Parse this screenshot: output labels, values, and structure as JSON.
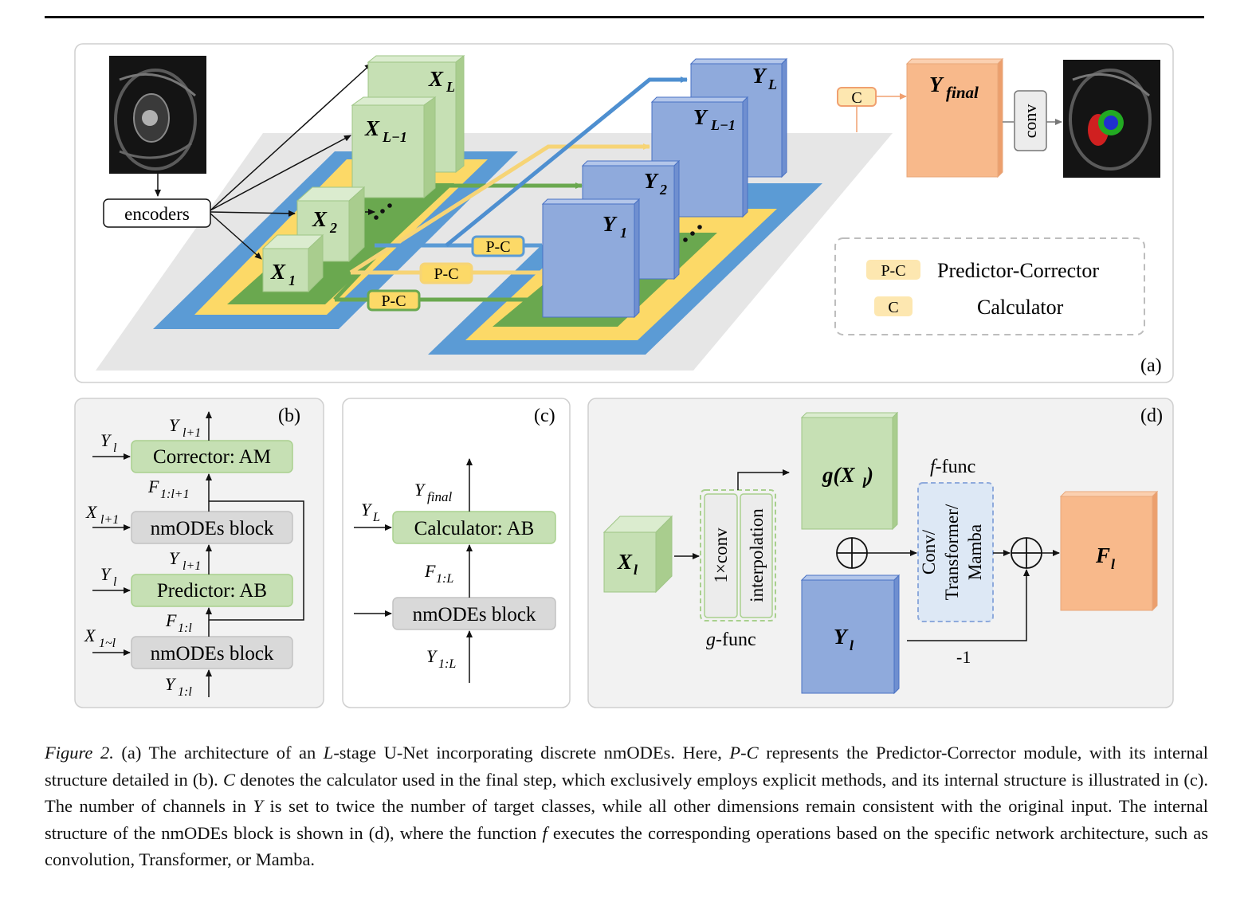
{
  "panels": {
    "a": {
      "tag": "(a)",
      "encoders": "encoders",
      "enc_levels": {
        "L": "X",
        "L_sub": "L",
        "Lm1": "X",
        "Lm1_sub": "L−1",
        "two": "X",
        "two_sub": "2",
        "one": "X",
        "one_sub": "1"
      },
      "dec_levels": {
        "L": "Y",
        "L_sub": "L",
        "Lm1": "Y",
        "Lm1_sub": "L−1",
        "two": "Y",
        "two_sub": "2",
        "one": "Y",
        "one_sub": "1"
      },
      "pc_labels": [
        "P-C",
        "P-C",
        "P-C"
      ],
      "calc_label": "C",
      "final": "Y",
      "final_sub": "final",
      "conv": "conv",
      "legend": {
        "pc_key": "P-C",
        "pc_text": "Predictor-Corrector",
        "c_key": "C",
        "c_text": "Calculator"
      }
    },
    "b": {
      "tag": "(b)",
      "corrector": "Corrector: AM",
      "predictor": "Predictor: AB",
      "nmodes_top": "nmODEs block",
      "nmodes_bottom": "nmODEs block",
      "labels": {
        "y_out": "Y",
        "y_out_sub": "l+1",
        "y_in_c": "Y",
        "y_in_c_sub": "l",
        "f_c": "F",
        "f_c_sub": "1:l+1",
        "x_top": "X",
        "x_top_sub": "l+1",
        "y_mid": "Y",
        "y_mid_sub": "l+1",
        "y_in_p": "Y",
        "y_in_p_sub": "l",
        "f_p": "F",
        "f_p_sub": "1:l",
        "x_bot": "X",
        "x_bot_sub": "1~l",
        "y_bot": "Y",
        "y_bot_sub": "1:l"
      }
    },
    "c": {
      "tag": "(c)",
      "calculator": "Calculator: AB",
      "nmodes": "nmODEs block",
      "labels": {
        "y_final": "Y",
        "y_final_sub": "final",
        "y_l": "Y",
        "y_l_sub": "L",
        "f": "F",
        "f_sub": "1:L",
        "y_in": "Y",
        "y_in_sub": "1:L"
      }
    },
    "d": {
      "tag": "(d)",
      "x": "X",
      "x_sub": "l",
      "conv1x1": "1×conv",
      "interp": "interpolation",
      "gfunc_prefix": "g",
      "gfunc_suffix": "-func",
      "gx": "g(X",
      "gx_sub": "l",
      "gx_close": ")",
      "ffunc_prefix": "f",
      "ffunc_suffix": "-func",
      "fbox": [
        "Conv/",
        "Transformer/",
        "Mamba"
      ],
      "y": "Y",
      "y_sub": "l",
      "minus_one": "-1",
      "f_out": "F",
      "f_out_sub": "l"
    }
  },
  "caption": {
    "label": "Figure 2.",
    "s1a": " (a) The architecture of an ",
    "L": "L",
    "s1b": "-stage U-Net incorporating discrete nmODEs. Here, ",
    "PC": "P-C",
    "s1c": " represents the Predictor-Corrector module, with its internal structure detailed in (b). ",
    "C": "C",
    "s2": " denotes the calculator used in the final step, which exclusively employs explicit methods, and its internal structure is illustrated in (c). The number of channels in ",
    "Y": "Y",
    "s3": " is set to twice the number of target classes, while all other dimensions remain consistent with the original input. The internal structure of the nmODEs block is shown in (d), where the function ",
    "f": "f",
    "s4": " executes the corresponding operations based on the specific network architecture, such as convolution, Transformer, or Mamba."
  },
  "colors": {
    "green_box": "#c6e0b4",
    "green_edge": "#8fbf6f",
    "blue_box": "#8faadc",
    "blue_edge": "#4a72c4",
    "orange_box": "#f8b98b",
    "yellow": "#fcd967",
    "blue_band": "#5b9bd5",
    "green_band": "#6aa84f",
    "gray_plane": "#e7e7e7"
  }
}
